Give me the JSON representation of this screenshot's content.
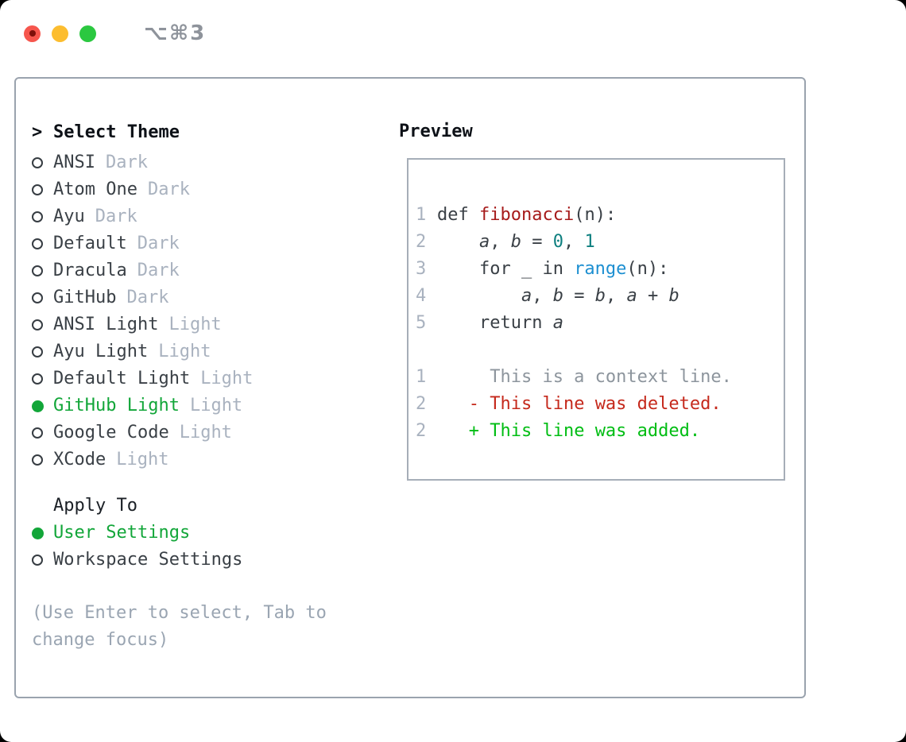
{
  "window": {
    "shortcut": "⌥⌘3"
  },
  "theme_section": {
    "cursor": ">",
    "title": "Select Theme",
    "options": [
      {
        "name": "ANSI",
        "tag": "Dark",
        "selected": false
      },
      {
        "name": "Atom One",
        "tag": "Dark",
        "selected": false
      },
      {
        "name": "Ayu",
        "tag": "Dark",
        "selected": false
      },
      {
        "name": "Default",
        "tag": "Dark",
        "selected": false
      },
      {
        "name": "Dracula",
        "tag": "Dark",
        "selected": false
      },
      {
        "name": "GitHub",
        "tag": "Dark",
        "selected": false
      },
      {
        "name": "ANSI Light",
        "tag": "Light",
        "selected": false
      },
      {
        "name": "Ayu Light",
        "tag": "Light",
        "selected": false
      },
      {
        "name": "Default Light",
        "tag": "Light",
        "selected": false
      },
      {
        "name": "GitHub Light",
        "tag": "Light",
        "selected": true
      },
      {
        "name": "Google Code",
        "tag": "Light",
        "selected": false
      },
      {
        "name": "XCode",
        "tag": "Light",
        "selected": false
      }
    ]
  },
  "apply_section": {
    "title": "Apply To",
    "options": [
      {
        "name": "User Settings",
        "selected": true
      },
      {
        "name": "Workspace Settings",
        "selected": false
      }
    ]
  },
  "footer_hint": "(Use Enter to select, Tab to change focus)",
  "preview": {
    "title": "Preview",
    "lines": [
      {
        "ln": "1",
        "segs": [
          {
            "t": "def ",
            "c": "code"
          },
          {
            "t": "fibonacci",
            "c": "func"
          },
          {
            "t": "(n):",
            "c": "code"
          }
        ]
      },
      {
        "ln": "2",
        "segs": [
          {
            "t": "    ",
            "c": "code"
          },
          {
            "t": "a",
            "c": "var"
          },
          {
            "t": ", ",
            "c": "code"
          },
          {
            "t": "b",
            "c": "var"
          },
          {
            "t": " = ",
            "c": "code"
          },
          {
            "t": "0",
            "c": "num"
          },
          {
            "t": ", ",
            "c": "code"
          },
          {
            "t": "1",
            "c": "num"
          }
        ]
      },
      {
        "ln": "3",
        "segs": [
          {
            "t": "    for _ in ",
            "c": "code"
          },
          {
            "t": "range",
            "c": "builtin"
          },
          {
            "t": "(n):",
            "c": "code"
          }
        ]
      },
      {
        "ln": "4",
        "segs": [
          {
            "t": "        ",
            "c": "code"
          },
          {
            "t": "a",
            "c": "var"
          },
          {
            "t": ", ",
            "c": "code"
          },
          {
            "t": "b",
            "c": "var"
          },
          {
            "t": " = ",
            "c": "code"
          },
          {
            "t": "b",
            "c": "var"
          },
          {
            "t": ", ",
            "c": "code"
          },
          {
            "t": "a",
            "c": "var"
          },
          {
            "t": " + ",
            "c": "code"
          },
          {
            "t": "b",
            "c": "var"
          }
        ]
      },
      {
        "ln": "5",
        "segs": [
          {
            "t": "    return ",
            "c": "code"
          },
          {
            "t": "a",
            "c": "var"
          }
        ]
      },
      {
        "ln": "",
        "segs": []
      },
      {
        "ln": "1",
        "segs": [
          {
            "t": "     This is a context line.",
            "c": "ctx"
          }
        ]
      },
      {
        "ln": "2",
        "segs": [
          {
            "t": "   ",
            "c": "code"
          },
          {
            "t": "- This line was deleted.",
            "c": "del"
          }
        ]
      },
      {
        "ln": "2",
        "segs": [
          {
            "t": "   ",
            "c": "code"
          },
          {
            "t": "+ This line was added.",
            "c": "add"
          }
        ]
      }
    ]
  },
  "colors": {
    "selected_green": "#12a639",
    "added_green": "#00bd13",
    "deleted_red": "#c5291c",
    "function_red": "#a61b1b",
    "number_teal": "#0e7f7f",
    "builtin_blue": "#1d8fd1"
  }
}
